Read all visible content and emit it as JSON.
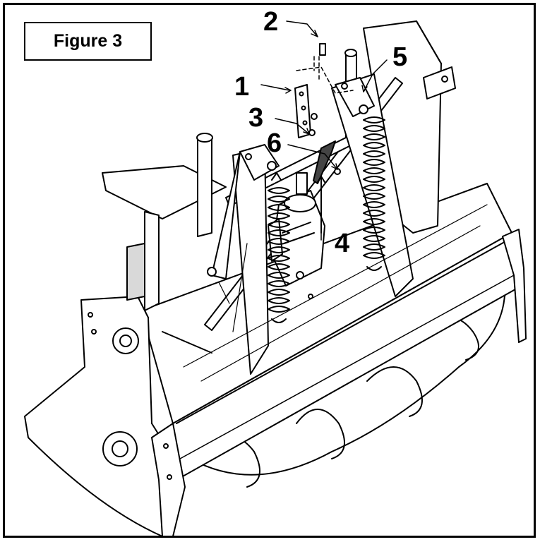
{
  "figure": {
    "title": "Figure 3"
  },
  "callouts": [
    {
      "id": "1",
      "label": "1"
    },
    {
      "id": "2",
      "label": "2"
    },
    {
      "id": "3",
      "label": "3"
    },
    {
      "id": "4",
      "label": "4"
    },
    {
      "id": "5",
      "label": "5"
    },
    {
      "id": "6",
      "label": "6"
    }
  ],
  "colors": {
    "line": "#000000",
    "fill": "#ffffff",
    "shade": "#d9d9d9"
  }
}
